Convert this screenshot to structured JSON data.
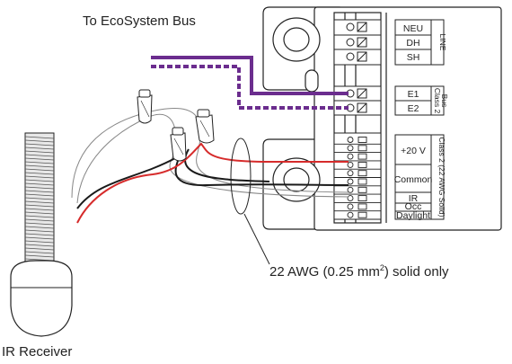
{
  "labels": {
    "bus": "To EcoSystem Bus",
    "awg_prefix": "22 AWG (0.25 mm",
    "awg_sup": "2",
    "awg_suffix": ") solid only",
    "receiver": "IR Receiver"
  },
  "line_terminals": {
    "group_label": "LINE",
    "items": [
      "NEU",
      "DH",
      "SH"
    ]
  },
  "bus_terminals": {
    "group_label": "Class 2 Bus",
    "group_label_line1": "Class 2",
    "group_label_line2": "Bus",
    "items": [
      "E1",
      "E2"
    ]
  },
  "sensor_terminals": {
    "group_label": "Class 2 (22 AWG Solid)",
    "items": [
      "+20 V",
      "Common",
      "IR",
      "Occ",
      "Daylight"
    ]
  },
  "colors": {
    "bus_wire": "#6b2d8e",
    "red_wire": "#d62b2b",
    "black_wire": "#1a1a1a",
    "outline": "#222222"
  }
}
